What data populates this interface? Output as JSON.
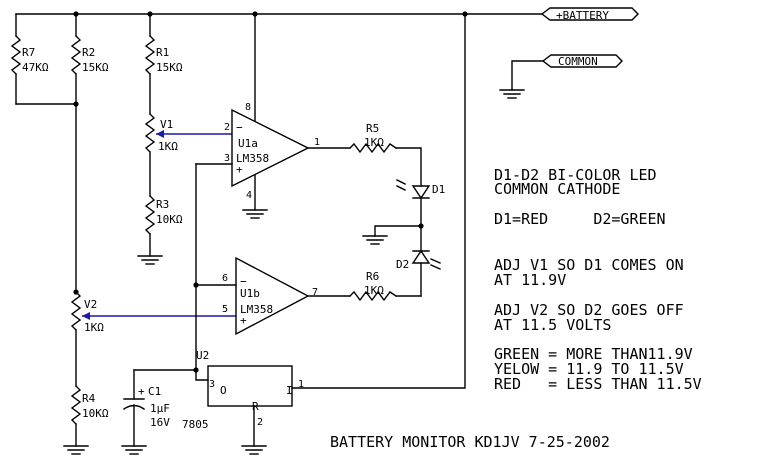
{
  "schematic": {
    "title": "BATTERY MONITOR KD1JV 7-25-2002",
    "nets": {
      "battery": "+BATTERY",
      "common": "COMMON"
    },
    "resistors": {
      "r7": {
        "ref": "R7",
        "value": "47KΩ"
      },
      "r2": {
        "ref": "R2",
        "value": "15KΩ"
      },
      "r1": {
        "ref": "R1",
        "value": "15KΩ"
      },
      "r3": {
        "ref": "R3",
        "value": "10KΩ"
      },
      "r4": {
        "ref": "R4",
        "value": "10KΩ"
      },
      "r5": {
        "ref": "R5",
        "value": "1KΩ"
      },
      "r6": {
        "ref": "R6",
        "value": "1KΩ"
      }
    },
    "pots": {
      "v1": {
        "ref": "V1",
        "value": "1KΩ"
      },
      "v2": {
        "ref": "V2",
        "value": "1KΩ"
      }
    },
    "opamps": {
      "u1a": {
        "ref": "U1a",
        "part": "LM358",
        "pins": {
          "inv": "2",
          "noninv": "3",
          "out": "1",
          "vcc": "8",
          "gnd": "4"
        }
      },
      "u1b": {
        "ref": "U1b",
        "part": "LM358",
        "pins": {
          "inv": "6",
          "noninv": "5",
          "out": "7"
        }
      }
    },
    "regulator": {
      "ref": "U2",
      "part": "7805",
      "pin_o": "O",
      "pin_r": "R",
      "pin_i": "I",
      "num_o": "3",
      "num_r": "2",
      "num_i": "1"
    },
    "capacitor": {
      "ref": "C1",
      "value": "1μF",
      "voltage": "16V",
      "polarity": "+"
    },
    "diodes": {
      "d1": "D1",
      "d2": "D2"
    },
    "notes": [
      "D1-D2 BI-COLOR LED",
      "COMMON CATHODE",
      "D1=RED     D2=GREEN",
      "ADJ V1 SO D1 COMES ON",
      "AT 11.9V",
      "ADJ V2 SO D2 GOES OFF",
      "AT 11.5 VOLTS",
      "GREEN = MORE THAN11.9V",
      "YELOW = 11.9 TO 11.5V",
      "RED   = LESS THAN 11.5V"
    ]
  }
}
